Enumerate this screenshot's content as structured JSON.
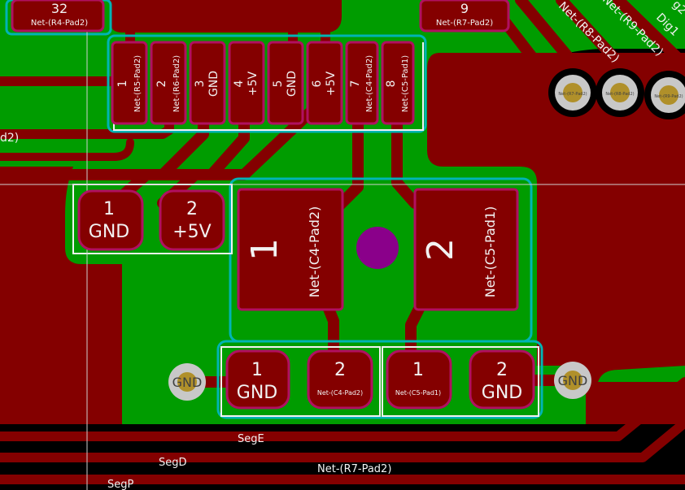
{
  "colors": {
    "board_background": "#000000",
    "copper_pour": "#009c00",
    "copper_trace": "#840000",
    "pad_edge": "#b01060",
    "silkscreen": "#f2f2f2",
    "courtyard": "#00b4b4",
    "via_ring": "#c8c8c8",
    "via_hole": "#b0902a",
    "drill_marker": "#8a008a"
  },
  "header_pads": [
    {
      "num": "1",
      "net": "Net-(R5-Pad2)"
    },
    {
      "num": "2",
      "net": "Net-(R6-Pad2)"
    },
    {
      "num": "3",
      "net": "GND"
    },
    {
      "num": "4",
      "net": "+5V"
    },
    {
      "num": "5",
      "net": "GND"
    },
    {
      "num": "6",
      "net": "+5V"
    },
    {
      "num": "7",
      "net": "Net-(C4-Pad2)"
    },
    {
      "num": "8",
      "net": "Net-(C5-Pad1)"
    }
  ],
  "top_pads": [
    {
      "num": "32",
      "net": "Net-(R4-Pad2)"
    },
    {
      "num": "9",
      "net": "Net-(R7-Pad2)"
    }
  ],
  "power_connector": [
    {
      "num": "1",
      "net": "GND"
    },
    {
      "num": "2",
      "net": "+5V"
    }
  ],
  "large_pads": [
    {
      "num": "1",
      "net": "Net-(C4-Pad2)"
    },
    {
      "num": "2",
      "net": "Net-(C5-Pad1)"
    }
  ],
  "bottom_left_pads": [
    {
      "num": "1",
      "net": "GND"
    },
    {
      "num": "2",
      "net": "Net-(C4-Pad2)"
    }
  ],
  "bottom_right_pads": [
    {
      "num": "1",
      "net": "Net-(C5-Pad1)"
    },
    {
      "num": "2",
      "net": "GND"
    }
  ],
  "vias": [
    {
      "net": "GND"
    },
    {
      "net": "GND"
    }
  ],
  "through_holes": [
    {
      "net": "Net-(R7-Pad2)"
    },
    {
      "net": "Net-(R8-Pad2)"
    },
    {
      "net": "Net-(R9-Pad2)"
    }
  ],
  "trace_labels": {
    "r8": "Net-(R8-Pad2)",
    "r9": "Net-(R9-Pad2)",
    "dig1": "Dig1",
    "g2": "g2",
    "left_cut": "d2)",
    "seg_e": "SegE",
    "seg_d": "SegD",
    "seg_p": "SegP",
    "bottom_net": "Net-(R7-Pad2)"
  }
}
